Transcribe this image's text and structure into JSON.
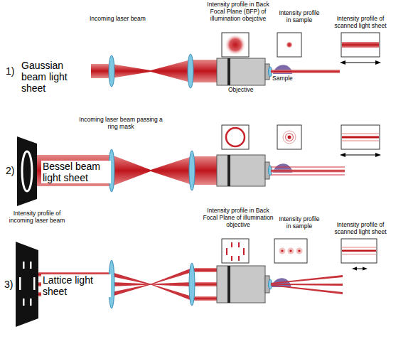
{
  "diagram": {
    "labels": [
      "Incoming laser beam",
      "Intensity profile in Back Focal Plane (BFP) of illumination obejctive",
      "Intensity profile in sample",
      "Intensity profile of scanned light sheet",
      "1)",
      "Gaussian beam light sheet",
      "Objective",
      "Sample",
      "Incoming laser beam passing a ring mask",
      "2)",
      "Bessel beam light sheet",
      "Intensity profile of incoming laser beam",
      "Intensity profile in Back Focal Plane of illumination objective",
      "Intensity profile in sample",
      "Intensity profile of scanned light sheet",
      "3)",
      "Lattice light sheet"
    ]
  }
}
